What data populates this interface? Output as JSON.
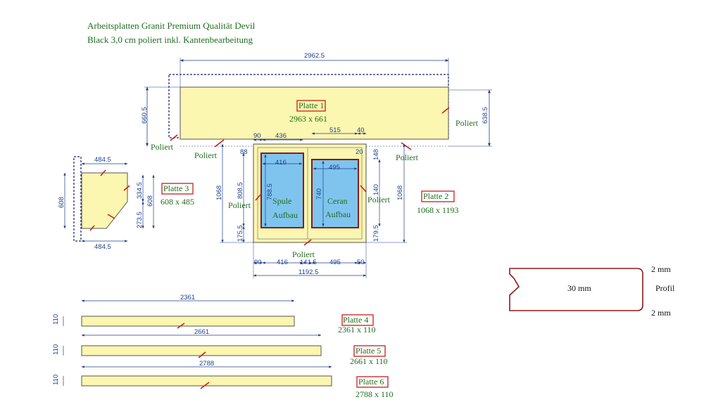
{
  "title": {
    "line1": "Arbeitsplatten Granit Premium Qualität Devil",
    "line2": "Black 3,0 cm poliert inkl. Kantenbearbeitung"
  },
  "colors": {
    "slab_fill": "#fbf6b0",
    "cutout_fill": "#7fc4ee",
    "dimension_line": "#1f3f8c",
    "text_green": "#1f6e1f",
    "box_red": "#c81e1e"
  },
  "plates": {
    "p1": {
      "name": "Platte 1",
      "size": "2963 x 661"
    },
    "p2": {
      "name": "Platte 2",
      "size": "1068 x 1193"
    },
    "p3": {
      "name": "Platte 3",
      "size": "608 x 485"
    },
    "p4": {
      "name": "Platte 4",
      "size": "2361 x 110"
    },
    "p5": {
      "name": "Platte 5",
      "size": "2661 x 110"
    },
    "p6": {
      "name": "Platte 6",
      "size": "2788 x 110"
    }
  },
  "cutouts": {
    "sink": {
      "line1": "Spule",
      "line2": "Aufbau"
    },
    "cooktop": {
      "line1": "Ceran",
      "line2": "Aufbau"
    }
  },
  "poliert_label": "Poliert",
  "dimensions": {
    "p1_width": "2962.5",
    "p1_height_left": "660.5",
    "p1_height_right": "638.5",
    "p2_top_90": "90",
    "p2_top_436": "436",
    "p2_top_515": "515",
    "p2_top_40": "40",
    "p2_height": "1068",
    "p2_808": "808.5",
    "p2_175_left": "175.5",
    "p2_1068_right": "1068",
    "p2_140_right": "140",
    "p2_148": "148",
    "p2_20": "20",
    "p2_179": "179.5",
    "sink_w": "416",
    "sink_h": "788.5",
    "cook_w": "495",
    "cook_h": "740",
    "p2_bot_90": "90",
    "p2_bot_416": "416",
    "p2_bot_141": "141.5",
    "p2_bot_495": "495",
    "p2_bot_50": "50",
    "p2_total": "1192.5",
    "p3_top": "484.5",
    "p3_bottom": "484.5",
    "p3_left": "608",
    "p3_right_top": "334.5",
    "p3_right_mid": "608",
    "p3_right_bot": "273.5",
    "p4_len": "2361",
    "p4_h": "110",
    "p5_len": "2661",
    "p5_h": "110",
    "p6_len": "2788",
    "p6_h": "110"
  },
  "profile": {
    "thickness": "30 mm",
    "label": "Profil",
    "top_note": "2 mm",
    "bottom_note": "2 mm"
  }
}
